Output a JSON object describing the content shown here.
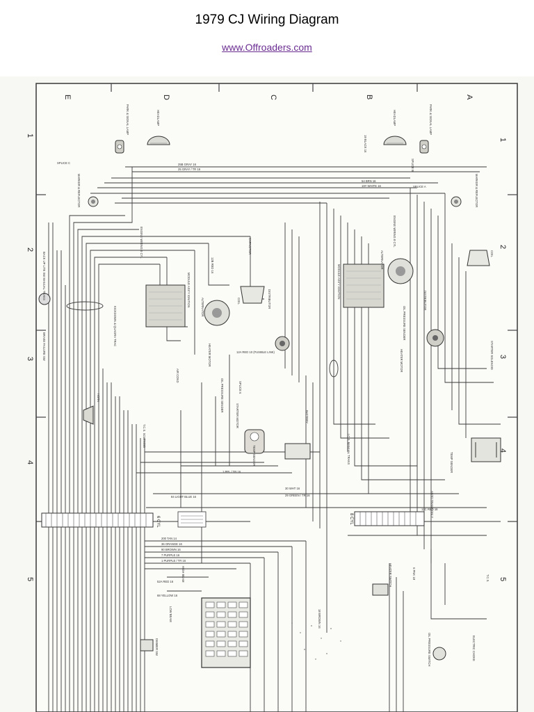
{
  "page": {
    "title": "1979 CJ Wiring Diagram",
    "link": "www.Offroaders.com"
  },
  "grid": {
    "columns": [
      "E",
      "D",
      "C",
      "B",
      "A"
    ],
    "rows_left": [
      "1",
      "2",
      "3",
      "4",
      "5"
    ],
    "rows_right": [
      "1",
      "2",
      "3",
      "4",
      "5"
    ]
  },
  "diagram": {
    "components": {
      "headlamp_left": "HEADLAMP",
      "headlamp_right": "HEADLAMP",
      "park_signal_left": "PARK & SIGNAL LAMP",
      "park_signal_right": "PARK & SIGNAL LAMP",
      "marker_left": "MARKER & REFLECTOR",
      "marker_right": "MARKER & REFLECTOR",
      "splice_c": "SPLICE C",
      "splice_a": "SPLICE A",
      "splice_b": "SPLICE B",
      "engine_wiring_6cyl": "ENGINE WIRING 6 CYL",
      "engine_wiring_8cyl": "ENGINE WIRING 8 CYL",
      "module_left": "MODULE ASS'Y IGNITION",
      "module_right": "MODULE ASS'Y IGNITION",
      "alternator_left": "ALTERNATOR",
      "alternator_right": "ALTERNATOR",
      "coil_left": "COIL",
      "coil_right": "COIL",
      "distributor_left": "DISTRIBUTOR",
      "distributor_right": "DISTRIBUTOR",
      "capacitor": "CAPACITOR",
      "splice_6": "SPLICE 6",
      "kickdown": "KICKDOWN & QUADRA TRAC",
      "backup_lite": "BACK UP LITE SW MANUAL TRANS",
      "brake_failure": "BRAKE FAILURE SW",
      "horn": "HORN",
      "air_cond": "AIR COND",
      "heater_motor_left": "HEATER MOTOR",
      "heater_motor_right": "HEATER MOTOR",
      "oil_pressure_sender_left": "OIL PRESSURE SENDER",
      "oil_pressure_sender_right": "OIL PRESSURE SENDER",
      "starter_motor": "STARTER MOTOR",
      "starter_solenoid": "STARTER SOLENOID",
      "temp_sender_left": "TEMP SENDER",
      "temp_sender_right": "TEMP SENDER",
      "battery": "BATTERY",
      "ics_manual_trans": "I.C.S. MANUAL TRANS",
      "tcs_solenoid": "T.C.S. SOLENOID",
      "heater_switch": "HEATER SWITCH",
      "oil_pressure_switch": "OIL PRESSURE SWITCH",
      "electric_choke": "ELECTRIC CHOKE",
      "tcs": "T.C.S.",
      "high_beam": "HIGH BEAM",
      "low_beam": "LOW BEAM",
      "dimmer_sw": "DIMMER SW",
      "six_cyl": "6 CYL",
      "eight_cyl": "8 CYL",
      "auto_trans_only": "AUTO TRANS ONLY"
    },
    "wires": {
      "w_gray_1": "25B GRAY 16",
      "w_gray_2": "25 GRAY / TR 16",
      "w_brn_1": "54 BRN 16",
      "w_white_1": "19Y WHITE 16",
      "w_black_1": "19 BLACK 16",
      "w_red_1": "12B RED 16",
      "w_red_2": "12A RED 10 (FUSIBLE LINK)",
      "w_tan": "200 TAN 14",
      "w_orange": "36 ORANGE 16",
      "w_brown": "90 BROWN 16",
      "w_purple_1": "7 PURPLE 16",
      "w_purple_2": "1 PURPLE / TR 16",
      "w_red_3": "52A RED 16",
      "w_yellow": "68 YELLOW 16",
      "w_lightblue": "84 LIGHT BLUE 16",
      "w_ppl": "1 PPL / TR 16",
      "w_red_4": "13C RED 16",
      "w_wht": "30 WHT 16",
      "w_grn": "29 GREEN / TR 16",
      "w_brown_2": "18 BROWN 16",
      "w_pnk": "6 PNK 18"
    }
  }
}
